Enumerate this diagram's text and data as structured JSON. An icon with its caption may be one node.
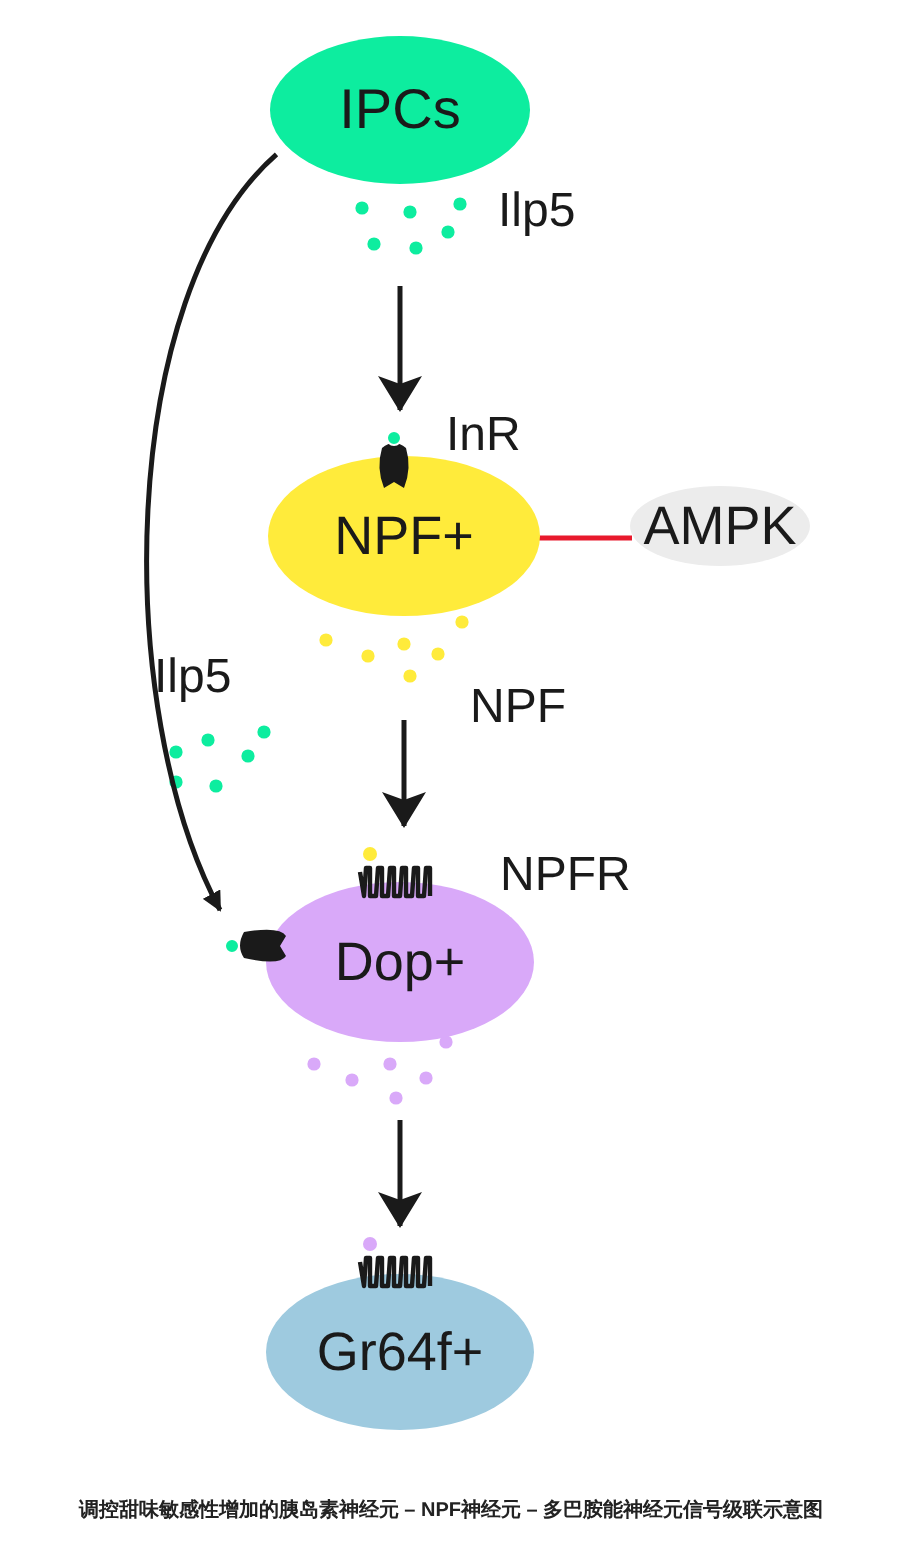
{
  "diagram": {
    "caption": "调控甜味敏感性增加的胰岛素神经元 – NPF神经元 – 多巴胺能神经元信号级联示意图",
    "nodes": [
      {
        "text": [
          "IPCs"
        ]
      },
      {
        "text": [
          "NPF+"
        ]
      },
      {
        "text": [
          "AMPK"
        ]
      },
      {
        "text": [
          "Dop+"
        ]
      },
      {
        "text": [
          "Gr64f+"
        ]
      }
    ],
    "edges": [
      {
        "from": 0,
        "to": 1,
        "arrow": "to"
      },
      {
        "from": 0,
        "to": 3,
        "arrow": "to"
      },
      {
        "from": 1,
        "to": 2,
        "arrow": "none",
        "color": "#e8192c"
      },
      {
        "from": 1,
        "to": 3,
        "arrow": "to"
      },
      {
        "from": 3,
        "to": 4,
        "arrow": "to"
      }
    ],
    "labels": [
      "Ilp5",
      "InR",
      "NPF",
      "Ilp5",
      "NPFR"
    ]
  }
}
